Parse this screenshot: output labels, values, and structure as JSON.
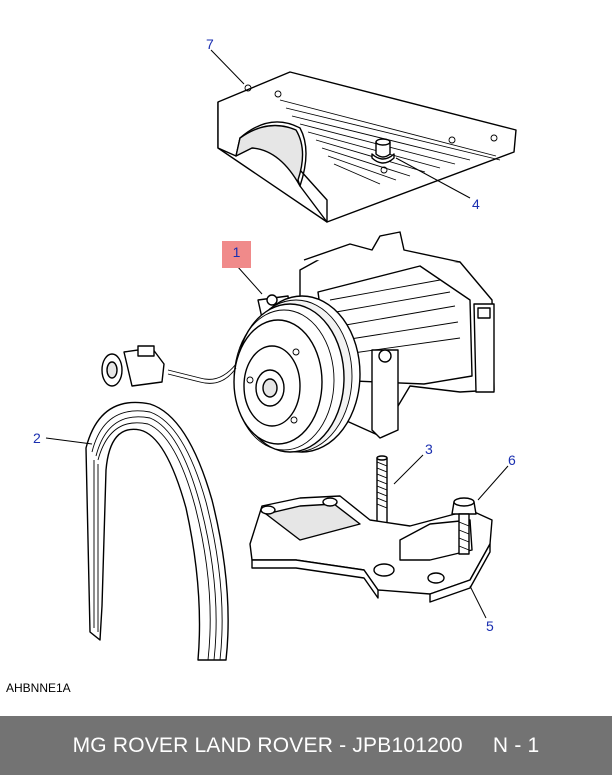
{
  "callouts": [
    {
      "id": "1",
      "label": "1"
    },
    {
      "id": "2",
      "label": "2"
    },
    {
      "id": "3",
      "label": "3"
    },
    {
      "id": "4",
      "label": "4"
    },
    {
      "id": "5",
      "label": "5"
    },
    {
      "id": "6",
      "label": "6"
    },
    {
      "id": "7",
      "label": "7"
    }
  ],
  "highlighted_callout": "1",
  "diagram_code": "AHBNNE1A",
  "footer": {
    "title": "MG ROVER LAND ROVER - JPB101200",
    "page": "N - 1"
  },
  "colors": {
    "callout": "#1a2fb0",
    "highlight": "#f08a8a",
    "footer_bg": "#737373",
    "footer_text": "#ffffff"
  }
}
